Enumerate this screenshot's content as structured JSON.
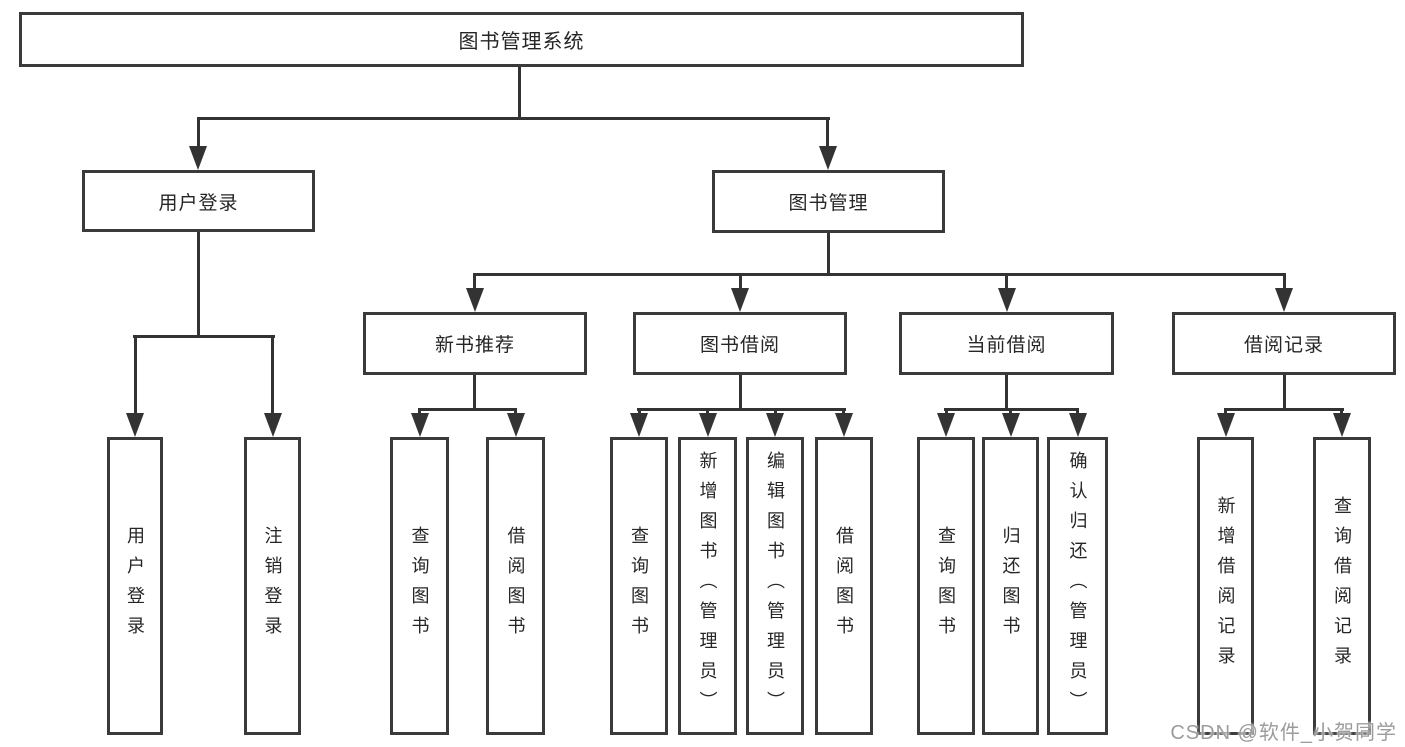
{
  "diagram": {
    "type": "hierarchy-tree",
    "watermark": "CSDN @软件_小贺同学",
    "colors": {
      "line": "#333333",
      "border": "#3a3a3a",
      "text": "#262626",
      "watermark": "#9c9c9c",
      "background": "#ffffff"
    }
  },
  "tree": {
    "label": "图书管理系统",
    "children": [
      {
        "label": "用户登录",
        "children": [
          {
            "label": "用户登录"
          },
          {
            "label": "注销登录"
          }
        ]
      },
      {
        "label": "图书管理",
        "children": [
          {
            "label": "新书推荐",
            "children": [
              {
                "label": "查询图书"
              },
              {
                "label": "借阅图书"
              }
            ]
          },
          {
            "label": "图书借阅",
            "children": [
              {
                "label": "查询图书"
              },
              {
                "label": "新增图书（管理员）"
              },
              {
                "label": "编辑图书（管理员）"
              },
              {
                "label": "借阅图书"
              }
            ]
          },
          {
            "label": "当前借阅",
            "children": [
              {
                "label": "查询图书"
              },
              {
                "label": "归还图书"
              },
              {
                "label": "确认归还（管理员）"
              }
            ]
          },
          {
            "label": "借阅记录",
            "children": [
              {
                "label": "新增借阅记录"
              },
              {
                "label": "查询借阅记录"
              }
            ]
          }
        ]
      }
    ]
  }
}
